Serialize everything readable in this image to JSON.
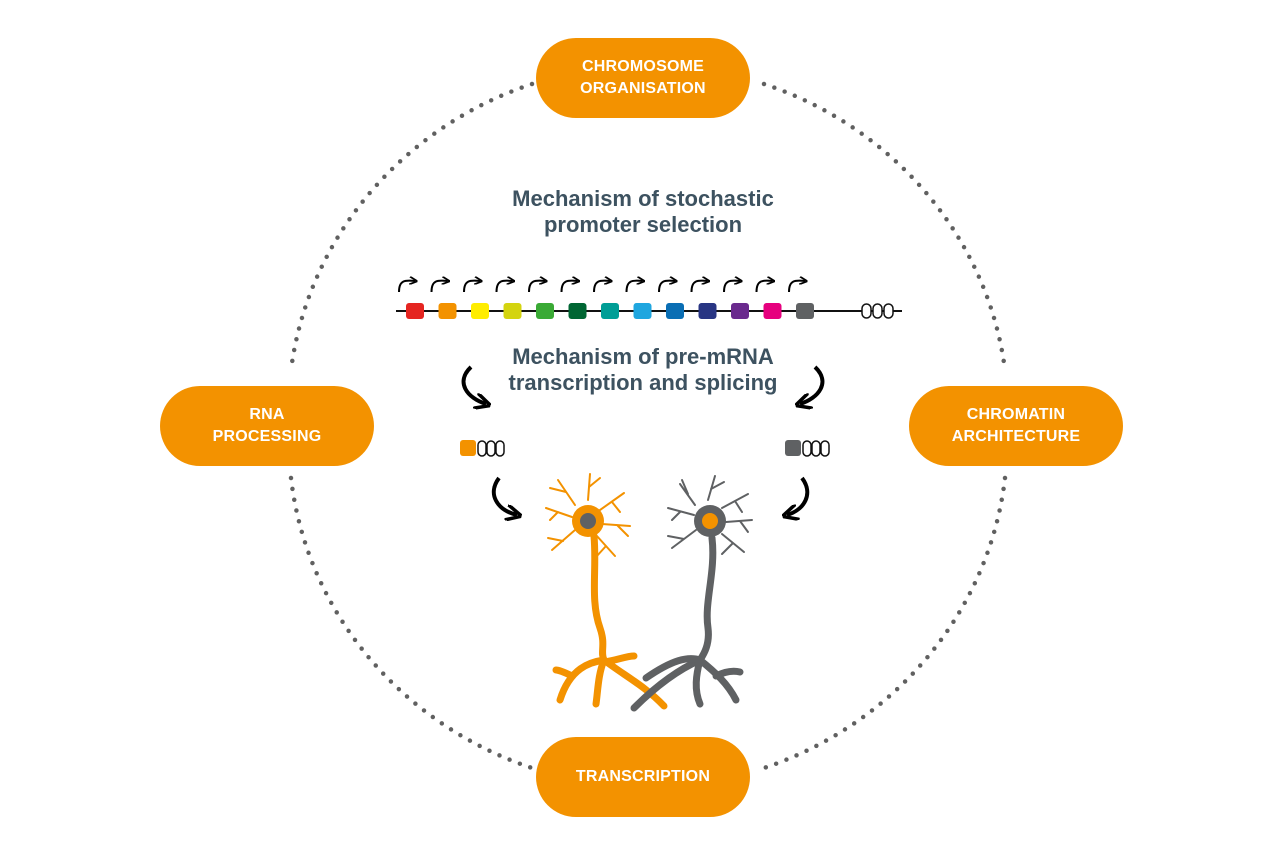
{
  "nodes": {
    "top": {
      "line1": "CHROMOSOME",
      "line2": "ORGANISATION"
    },
    "left": {
      "line1": "RNA",
      "line2": "PROCESSING"
    },
    "right": {
      "line1": "CHROMATIN",
      "line2": "ARCHITECTURE"
    },
    "bottom": {
      "line1": "TRANSCRIPTION"
    }
  },
  "center": {
    "promoter_heading": {
      "line1": "Mechanism of stochastic",
      "line2": "promoter selection"
    },
    "splicing_heading": {
      "line1": "Mechanism of pre-mRNA",
      "line2": "transcription and splicing"
    }
  },
  "colors": {
    "accent_orange": "#f39200",
    "neuron_gray": "#5f6163",
    "heading_text": "#3d5260",
    "dotted_circle": "#606060",
    "promoter_exons": [
      "#e52521",
      "#f39200",
      "#ffed00",
      "#d4d40f",
      "#3aaa35",
      "#006633",
      "#009e96",
      "#1fa6df",
      "#0a6eb4",
      "#283583",
      "#6a2a8e",
      "#e6007e",
      "#5f6163"
    ]
  },
  "icons": [
    "promoter-arrow-icon",
    "curved-arrow-icon",
    "neuron-icon"
  ]
}
